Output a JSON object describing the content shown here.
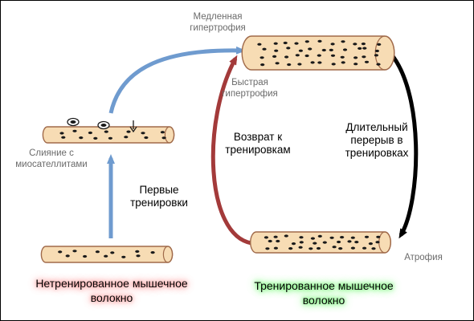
{
  "labels": {
    "slow_hypertrophy": "Медленная\nгипертрофия",
    "fast_hypertrophy": "Быстрая\nгипертрофия",
    "fusion": "Слияние с\nмиосателлитами",
    "first_training": "Первые\nтренировки",
    "return_training": "Возврат к\nтренировкам",
    "long_break": "Длительный\nперерыв в\nтренировках",
    "atrophy": "Атрофия",
    "untrained_fiber": "Нетренированное мышечное\nволокно",
    "trained_fiber": "Тренированное мышечное\nволокно"
  },
  "colors": {
    "fiber_fill": "#f7dcb4",
    "fiber_stroke": "#a06a4a",
    "nucleus": "#1a1a1a",
    "arrow_blue": "#6f9bcf",
    "arrow_red": "#a33a3a",
    "arrow_black": "#000000",
    "glow_untrained": "#ff9999",
    "glow_trained": "#66ee66"
  }
}
